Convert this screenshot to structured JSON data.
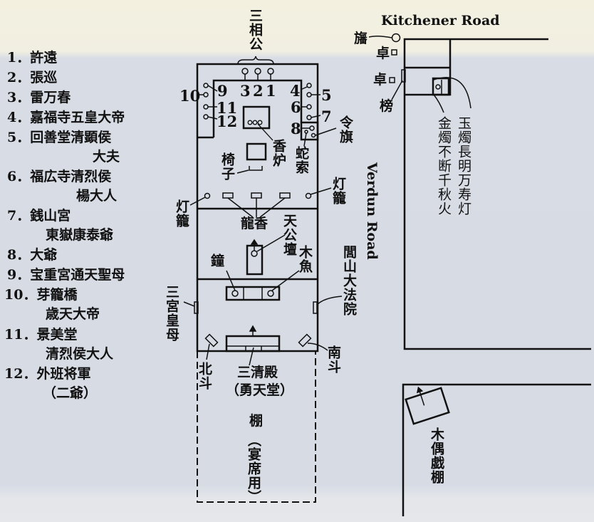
{
  "legend": [
    {
      "num": "1．",
      "name": "許遠"
    },
    {
      "num": "2．",
      "name": "張巡"
    },
    {
      "num": "3．",
      "name": "雷万春"
    },
    {
      "num": "4．",
      "name": "嘉福寺五皇大帝"
    },
    {
      "num": "5．",
      "name": "回善堂清顕侯",
      "cont": "大夫"
    },
    {
      "num": "6．",
      "name": "福広寺清烈侯",
      "cont": "楊大人"
    },
    {
      "num": "7．",
      "name": "銭山宮",
      "cont": "東嶽康泰爺"
    },
    {
      "num": "8．",
      "name": "大爺"
    },
    {
      "num": "9．",
      "name": "宝重宮通天聖母"
    },
    {
      "num": "10．",
      "name": "芽籠橋",
      "cont": "歳天大帝"
    },
    {
      "num": "11．",
      "name": "景美堂",
      "cont": "清烈侯大人"
    },
    {
      "num": "12．",
      "name": "外班将軍",
      "cont": "（二爺）"
    }
  ],
  "roads": {
    "kitchener": "Kitchener Road",
    "verdun": "Verdun Road"
  },
  "labels": {
    "sanxianggong": "三相公",
    "n1": "1",
    "n2": "2",
    "n3": "3",
    "n4": "4",
    "n5": "5",
    "n6": "6",
    "n7": "7",
    "n8": "8",
    "n9": "9",
    "n10": "10",
    "n11": "11",
    "n12": "12",
    "censer": "香炉",
    "chair": "椅子",
    "flag": "令旗",
    "snake_rope": "蛇索",
    "lantern_left": "灯籠",
    "lantern_right": "灯籠",
    "dragon_incense": "龍香",
    "tiangong_altar": "天公壇",
    "bell": "鐘",
    "wooden_fish": "木魚",
    "lushan": "閭山大法院",
    "sangong": "三宮皇母",
    "beidou": "北斗",
    "nandou": "南斗",
    "sanqing": "三清殿",
    "yongtian": "（勇天堂）",
    "shed": "棚",
    "banquet": "（宴席用）",
    "banner": "旛",
    "table1": "卓",
    "table2": "卓",
    "notice": "榜",
    "golden_candle": "金燭不断千秋火",
    "jade_candle": "玉燭長明万寿灯",
    "puppet_stage": "木偶戯棚"
  }
}
